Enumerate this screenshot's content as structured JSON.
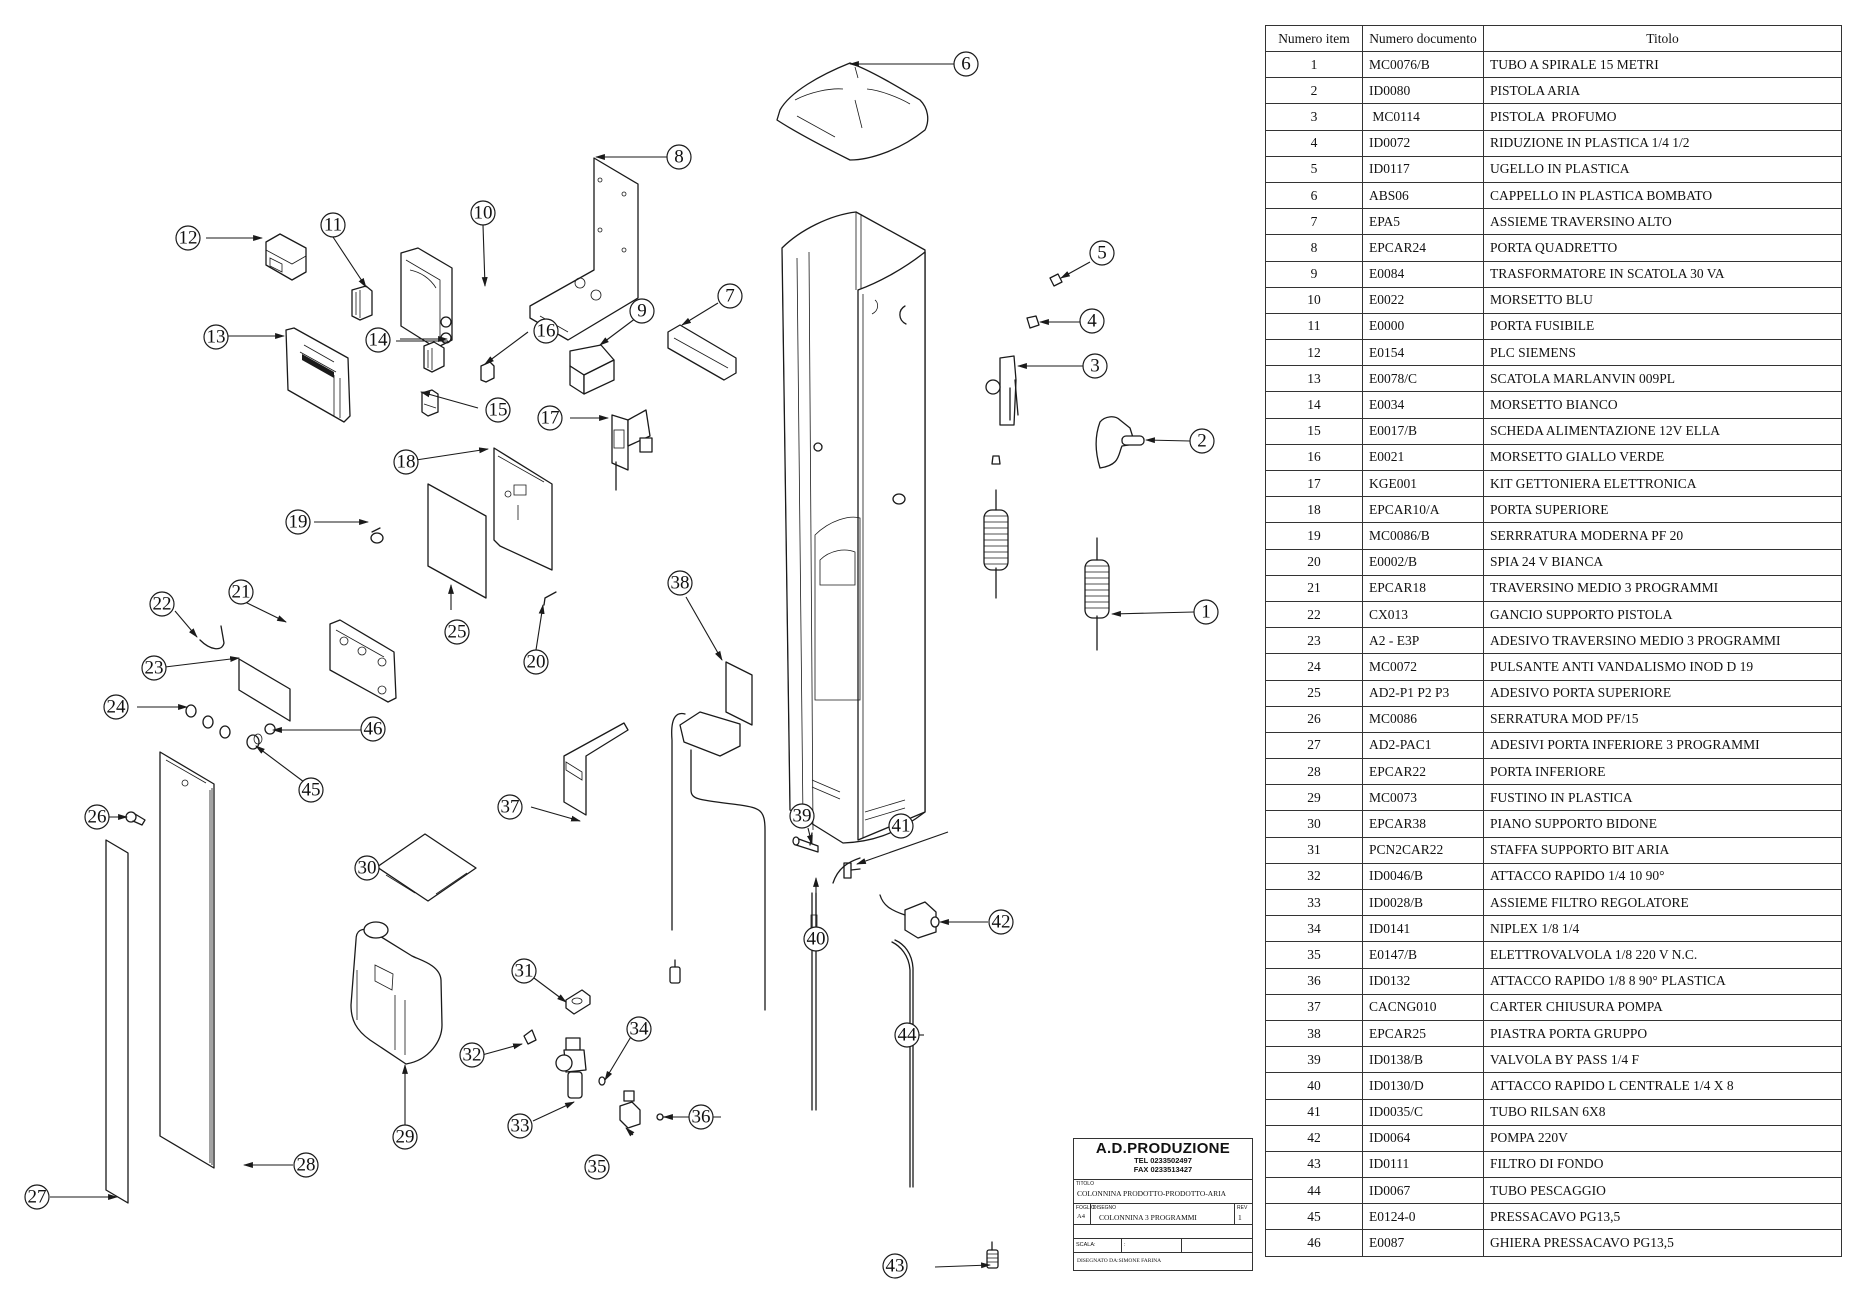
{
  "drawing": {
    "callouts": [
      "1",
      "2",
      "3",
      "4",
      "5",
      "6",
      "7",
      "8",
      "9",
      "10",
      "11",
      "12",
      "13",
      "14",
      "15",
      "16",
      "17",
      "18",
      "19",
      "20",
      "21",
      "22",
      "23",
      "24",
      "25",
      "26",
      "27",
      "28",
      "29",
      "30",
      "31",
      "32",
      "33",
      "34",
      "35",
      "36",
      "37",
      "38",
      "39",
      "40",
      "41",
      "42",
      "43",
      "44",
      "45",
      "46"
    ]
  },
  "parts_table": {
    "headers": {
      "item": "Numero item",
      "document": "Numero documento",
      "title": "Titolo"
    },
    "rows": [
      {
        "item": "1",
        "document": "MC0076/B",
        "title": "TUBO A SPIRALE 15 METRI"
      },
      {
        "item": "2",
        "document": "ID0080",
        "title": "PISTOLA ARIA"
      },
      {
        "item": "3",
        "document": " MC0114",
        "title": "PISTOLA  PROFUMO"
      },
      {
        "item": "4",
        "document": "ID0072",
        "title": "RIDUZIONE IN PLASTICA 1/4 1/2"
      },
      {
        "item": "5",
        "document": "ID0117",
        "title": "UGELLO IN PLASTICA"
      },
      {
        "item": "6",
        "document": "ABS06",
        "title": "CAPPELLO IN PLASTICA BOMBATO"
      },
      {
        "item": "7",
        "document": "EPA5",
        "title": "ASSIEME TRAVERSINO ALTO"
      },
      {
        "item": "8",
        "document": "EPCAR24",
        "title": "PORTA QUADRETTO"
      },
      {
        "item": "9",
        "document": "E0084",
        "title": "TRASFORMATORE IN SCATOLA 30 VA"
      },
      {
        "item": "10",
        "document": "E0022",
        "title": "MORSETTO BLU"
      },
      {
        "item": "11",
        "document": "E0000",
        "title": "PORTA FUSIBILE"
      },
      {
        "item": "12",
        "document": "E0154",
        "title": "PLC SIEMENS"
      },
      {
        "item": "13",
        "document": "E0078/C",
        "title": "SCATOLA MARLANVIN 009PL"
      },
      {
        "item": "14",
        "document": "E0034",
        "title": "MORSETTO BIANCO"
      },
      {
        "item": "15",
        "document": "E0017/B",
        "title": "SCHEDA ALIMENTAZIONE 12V ELLA"
      },
      {
        "item": "16",
        "document": "E0021",
        "title": "MORSETTO GIALLO VERDE"
      },
      {
        "item": "17",
        "document": "KGE001",
        "title": "KIT GETTONIERA ELETTRONICA"
      },
      {
        "item": "18",
        "document": "EPCAR10/A",
        "title": "PORTA SUPERIORE"
      },
      {
        "item": "19",
        "document": "MC0086/B",
        "title": "SERRRATURA MODERNA PF 20"
      },
      {
        "item": "20",
        "document": "E0002/B",
        "title": "SPIA 24 V BIANCA"
      },
      {
        "item": "21",
        "document": "EPCAR18",
        "title": "TRAVERSINO MEDIO 3 PROGRAMMI"
      },
      {
        "item": "22",
        "document": "CX013",
        "title": "GANCIO SUPPORTO PISTOLA"
      },
      {
        "item": "23",
        "document": "A2 - E3P",
        "title": "ADESIVO TRAVERSINO MEDIO 3 PROGRAMMI"
      },
      {
        "item": "24",
        "document": "MC0072",
        "title": "PULSANTE ANTI VANDALISMO INOD D 19"
      },
      {
        "item": "25",
        "document": "AD2-P1 P2 P3",
        "title": "ADESIVO PORTA SUPERIORE"
      },
      {
        "item": "26",
        "document": "MC0086",
        "title": "SERRATURA MOD PF/15"
      },
      {
        "item": "27",
        "document": "AD2-PAC1",
        "title": "ADESIVI PORTA INFERIORE 3 PROGRAMMI"
      },
      {
        "item": "28",
        "document": "EPCAR22",
        "title": "PORTA INFERIORE"
      },
      {
        "item": "29",
        "document": "MC0073",
        "title": "FUSTINO IN PLASTICA"
      },
      {
        "item": "30",
        "document": "EPCAR38",
        "title": "PIANO SUPPORTO BIDONE"
      },
      {
        "item": "31",
        "document": "PCN2CAR22",
        "title": "STAFFA SUPPORTO BIT ARIA"
      },
      {
        "item": "32",
        "document": "ID0046/B",
        "title": "ATTACCO RAPIDO 1/4 10 90°"
      },
      {
        "item": "33",
        "document": "ID0028/B",
        "title": "ASSIEME FILTRO REGOLATORE"
      },
      {
        "item": "34",
        "document": "ID0141",
        "title": "NIPLEX 1/8 1/4"
      },
      {
        "item": "35",
        "document": "E0147/B",
        "title": "ELETTROVALVOLA 1/8 220 V N.C."
      },
      {
        "item": "36",
        "document": "ID0132",
        "title": "ATTACCO RAPIDO 1/8 8 90° PLASTICA"
      },
      {
        "item": "37",
        "document": "CACNG010",
        "title": "CARTER CHIUSURA POMPA"
      },
      {
        "item": "38",
        "document": "EPCAR25",
        "title": "PIASTRA PORTA GRUPPO"
      },
      {
        "item": "39",
        "document": "ID0138/B",
        "title": "VALVOLA BY PASS 1/4 F"
      },
      {
        "item": "40",
        "document": "ID0130/D",
        "title": "ATTACCO RAPIDO L CENTRALE 1/4 X 8"
      },
      {
        "item": "41",
        "document": "ID0035/C",
        "title": "TUBO RILSAN 6X8"
      },
      {
        "item": "42",
        "document": "ID0064",
        "title": "POMPA 220V"
      },
      {
        "item": "43",
        "document": "ID0111",
        "title": "FILTRO DI FONDO"
      },
      {
        "item": "44",
        "document": "ID0067",
        "title": "TUBO PESCAGGIO"
      },
      {
        "item": "45",
        "document": "E0124-0",
        "title": "PRESSACAVO PG13,5"
      },
      {
        "item": "46",
        "document": "E0087",
        "title": "GHIERA PRESSACAVO PG13,5"
      }
    ]
  },
  "title_block": {
    "company": "A.D.PRODUZIONE",
    "tel": "TEL 0233502497",
    "fax": "FAX 0233513427",
    "titolo_label": "TITOLO",
    "titolo_value": "COLONNINA PRODOTTO-PRODOTTO-ARIA",
    "foglio_label": "FOGLIO",
    "foglio_value": "A4",
    "disegno_label": "DISEGNO",
    "disegno_value": "COLONNINA 3 PROGRAMMI",
    "rev_label": "REV",
    "rev_value": "1",
    "scala_label": "SCALA:",
    "scala_value": ":",
    "drawn_by": "DISEGNATO DA:SIMONE FARINA"
  }
}
